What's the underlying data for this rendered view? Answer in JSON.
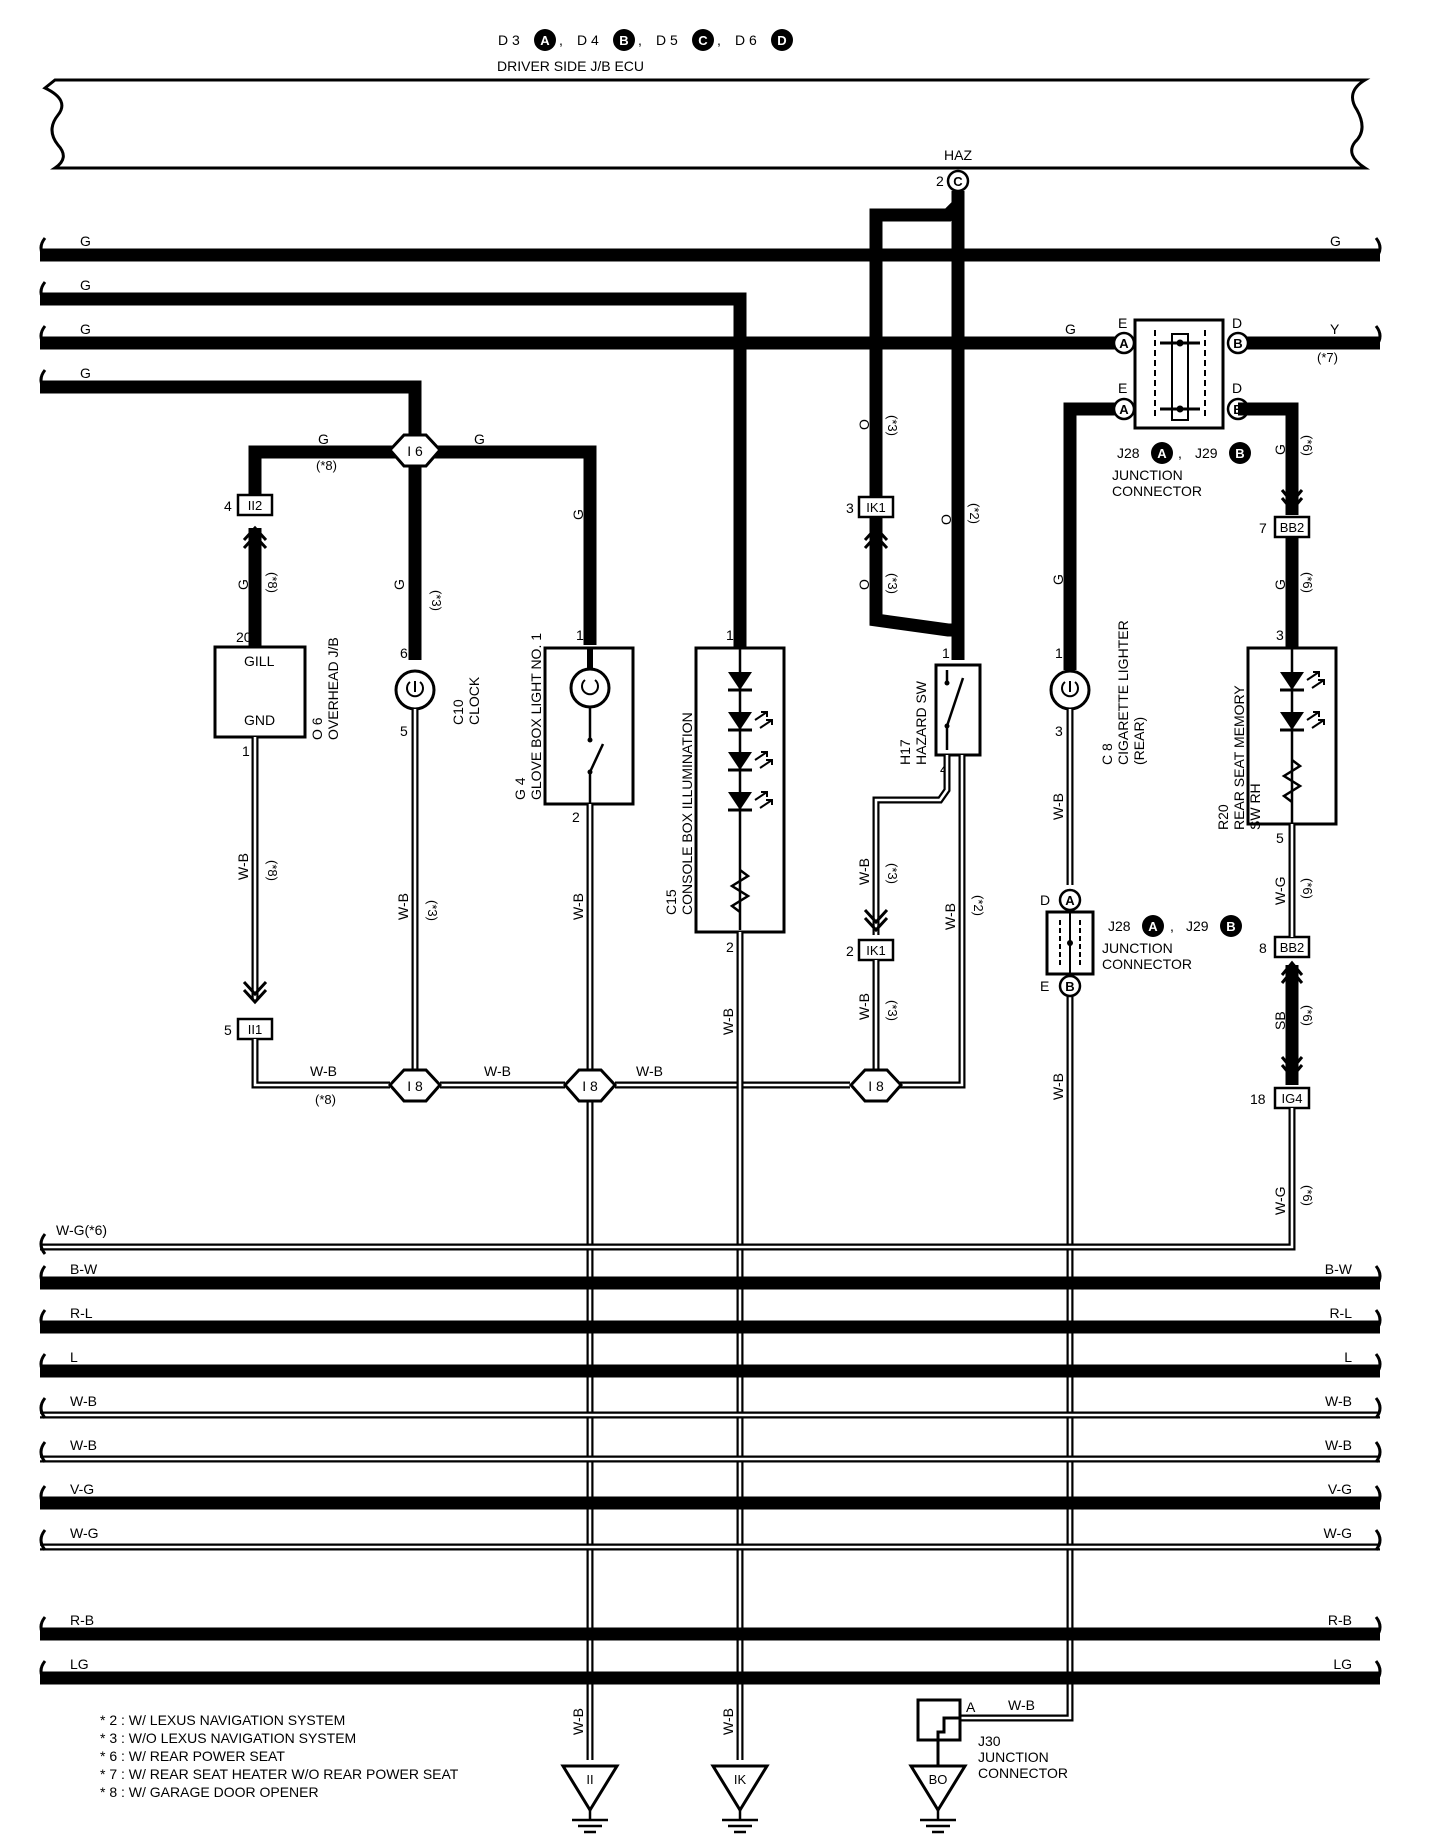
{
  "ecu": {
    "ids": [
      "D 3",
      "D 4",
      "D 5",
      "D 6"
    ],
    "letters": [
      "A",
      "B",
      "C",
      "D"
    ],
    "name": "DRIVER SIDE J/B ECU",
    "pin_name": "HAZ",
    "pin_no": "2",
    "pin_letter": "C"
  },
  "top_wires": {
    "g1": "G",
    "g1r": "G",
    "g2": "G",
    "g3": "G",
    "g4": "G",
    "g_left_jc": "G",
    "y_right": "Y",
    "y_note": "(*7)"
  },
  "jc_upper": {
    "pin_e1": "E",
    "pin_d1": "D",
    "pin_e2": "E",
    "pin_d2": "D",
    "l_a": "A",
    "l_b": "B",
    "id1": "J28",
    "id2": "J29",
    "sep": ",",
    "name1": "JUNCTION",
    "name2": "CONNECTOR"
  },
  "junctions": {
    "i6": "I 6",
    "i8a": "I 8",
    "i8b": "I 8",
    "i8c": "I 8"
  },
  "connectors": {
    "ii2": "II2",
    "ii2_pin": "4",
    "ii1": "II1",
    "ii1_pin": "5",
    "ik1a": "IK1",
    "ik1a_pin": "3",
    "ik1b": "IK1",
    "ik1b_pin": "2",
    "bb2a": "BB2",
    "bb2a_pin": "7",
    "bb2b": "BB2",
    "bb2b_pin": "8",
    "ig4": "IG4",
    "ig4_pin": "18"
  },
  "components": {
    "o6": {
      "id": "O 6",
      "name": "OVERHEAD J/B",
      "t1": "GILL",
      "t2": "GND",
      "pin_top": "20",
      "pin_bot": "1"
    },
    "c10": {
      "id": "C10",
      "name": "CLOCK",
      "pin_top": "6",
      "pin_bot": "5"
    },
    "g4": {
      "id": "G 4",
      "name": "GLOVE BOX LIGHT NO. 1",
      "pin_top": "1",
      "pin_bot": "2"
    },
    "c15": {
      "id": "C15",
      "name": "CONSOLE BOX ILLUMINATION",
      "pin_top": "1",
      "pin_bot": "2"
    },
    "h17": {
      "id": "H17",
      "name": "HAZARD SW",
      "pin_top": "1",
      "pin_bot": "4"
    },
    "c8": {
      "id": "C 8",
      "name": "CIGARETTE LIGHTER",
      "name2": "(REAR)",
      "pin_top": "1",
      "pin_bot": "3"
    },
    "r20": {
      "id": "R20",
      "name": "REAR SEAT MEMORY",
      "name2": "SW RH",
      "pin_top": "3",
      "pin_bot": "5"
    }
  },
  "jc_lower": {
    "pin_d": "D",
    "pin_e": "E",
    "l_a": "A",
    "l_b": "B",
    "id1": "J28",
    "id2": "J29",
    "sep": ",",
    "name1": "JUNCTION",
    "name2": "CONNECTOR"
  },
  "j30": {
    "id": "J30",
    "name1": "JUNCTION",
    "name2": "CONNECTOR",
    "pin": "A"
  },
  "wire_colors": {
    "g": "G",
    "o": "O",
    "wb": "W-B",
    "wg": "W-G",
    "sb": "SB",
    "n2": "(*2)",
    "n3": "(*3)",
    "n6": "(*6)",
    "n8": "(*8)"
  },
  "bus_labels": {
    "wg6": "W-G(*6)",
    "bw": "B-W",
    "rl": "R-L",
    "l": "L",
    "wb": "W-B",
    "vg": "V-G",
    "wg": "W-G",
    "rb": "R-B",
    "lg": "LG"
  },
  "grounds": [
    "II",
    "IK",
    "BO"
  ],
  "notes": [
    "* 2 : W/ LEXUS NAVIGATION SYSTEM",
    "* 3 : W/O LEXUS NAVIGATION SYSTEM",
    "* 6 : W/ REAR POWER SEAT",
    "* 7 : W/ REAR SEAT HEATER W/O REAR POWER SEAT",
    "* 8 : W/ GARAGE DOOR OPENER"
  ]
}
